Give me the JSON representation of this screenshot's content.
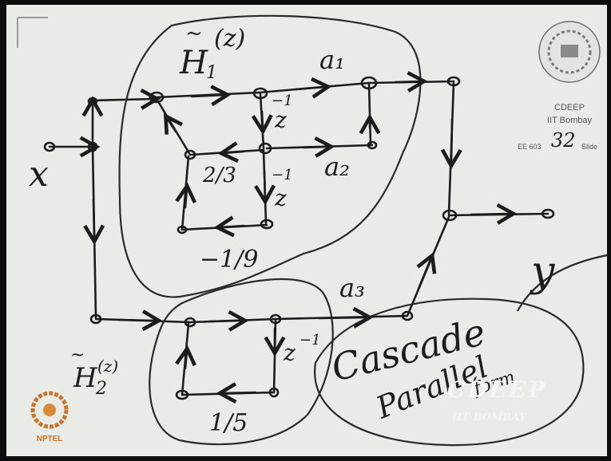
{
  "signals": {
    "input": "x",
    "output": "y"
  },
  "subsystem1": {
    "label_main": "H",
    "label_sub": "1",
    "label_arg": "(z)",
    "label_tilde": "~"
  },
  "subsystem2": {
    "label_main": "H",
    "label_sub": "2",
    "label_arg": "(z)",
    "label_tilde": "~"
  },
  "coefficients": {
    "a1": "a₁",
    "a2": "a₂",
    "a3": "a₃",
    "two_thirds": "2/3",
    "neg_one_ninth": "−1/9",
    "one_fifth": "1/5"
  },
  "delays": {
    "d1": "−1",
    "d2": "−1",
    "d3": "−1",
    "base": "z"
  },
  "note": {
    "line1": "Cascade",
    "line2": "Parallel",
    "line3": "form"
  },
  "logos": {
    "cdeep": "CDEEP",
    "iit": "IIT Bombay",
    "course": "EE 603",
    "slide_num": "32",
    "slide_word": "Slide",
    "watermark_main": "CDEEP",
    "watermark_sub": "IIT BOMBAY",
    "nptel": "NPTEL"
  },
  "colors": {
    "paper": "#e9ebe7",
    "ink": "#1c1c1c",
    "border": "#0d0d0d",
    "nptel": "#c8742a"
  }
}
